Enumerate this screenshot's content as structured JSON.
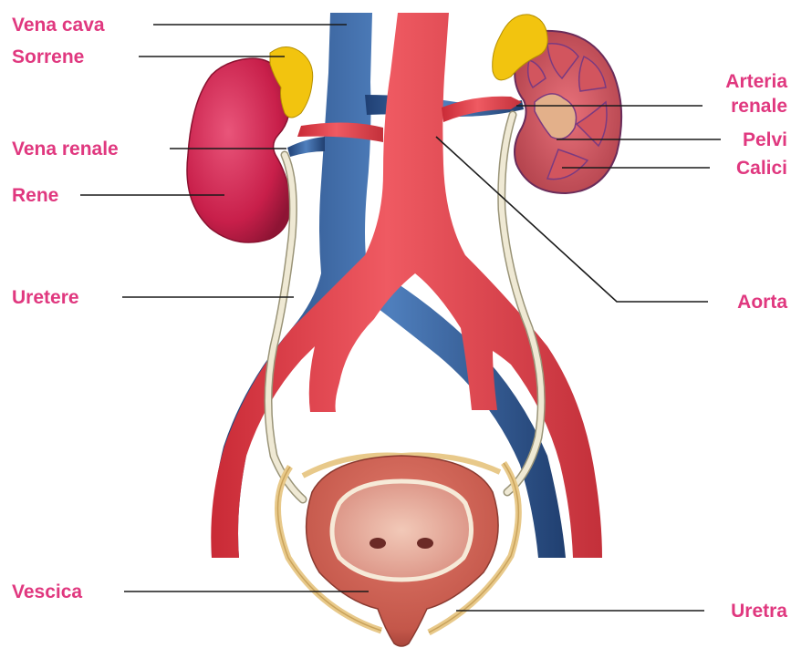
{
  "labels": {
    "vena_cava": "Vena cava",
    "sorrene": "Sorrene",
    "vena_renale": "Vena renale",
    "rene": "Rene",
    "uretere": "Uretere",
    "vescica": "Vescica",
    "arteria_line1": "Arteria",
    "arteria_line2": "renale",
    "pelvi": "Pelvi",
    "calici": "Calici",
    "aorta": "Aorta",
    "uretra": "Uretra"
  },
  "colors": {
    "label": "#e0387f",
    "artery": "#e8444f",
    "vein": "#2f5a94",
    "kidney": "#c81f4a",
    "adrenal": "#f2c40f",
    "ureter": "#efe9d4",
    "bladder": "#c85a4f"
  }
}
